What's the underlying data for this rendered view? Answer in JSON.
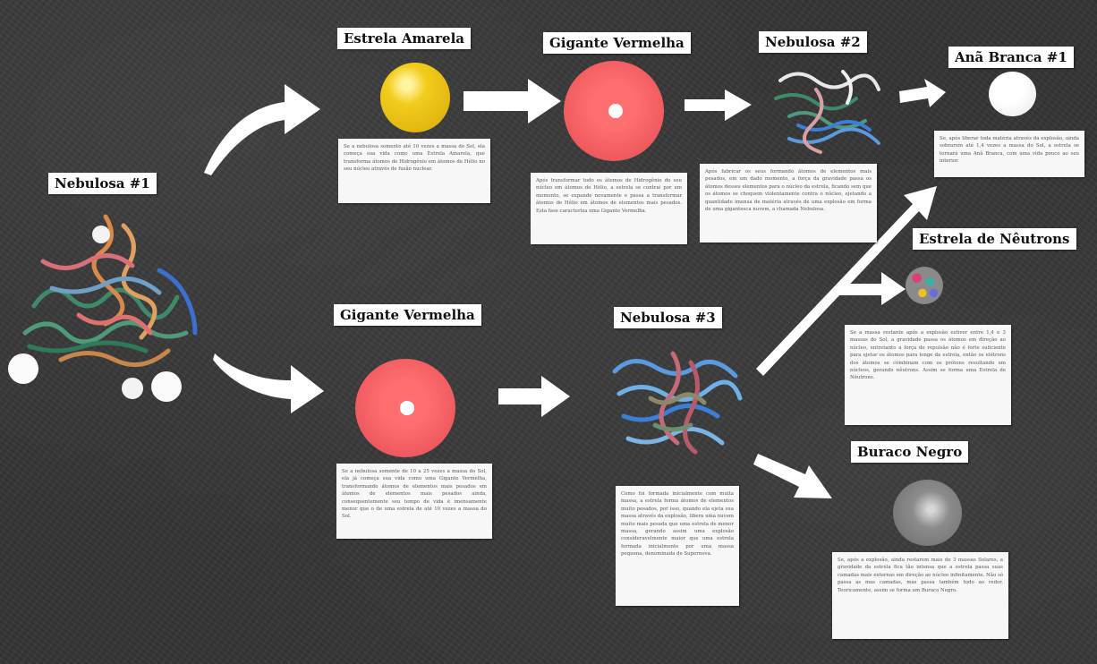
{
  "labels": {
    "nebulosa1": "Nebulosa #1",
    "estrela_amarela": "Estrela Amarela",
    "gigante_vermelha_top": "Gigante Vermelha",
    "nebulosa2": "Nebulosa #2",
    "ana_branca": "Anã Branca #1",
    "estrela_neutrons": "Estrela de Nêutrons",
    "gigante_vermelha_bottom": "Gigante Vermelha",
    "nebulosa3": "Nebulosa #3",
    "buraco_negro": "Buraco Negro"
  },
  "notes": {
    "estrela_amarela": "Se a nebulosa somente até 10 vezes a massa do Sol, ela começa sua vida como uma Estrela Amarela, que transforma átomos de Hidrogênio em átomos de Hélio no seu núcleo através de fusão nuclear.",
    "gigante_vermelha_top": "Após transformar todo os átomos de Hidrogênio do seu núcleo em átomos de Hélio, a estrela se contrai por um momento, se expande novamente e passa a transformar átomos de Hélio em átomos de elementos mais pesados. Esta fase caracteriza uma Gigante Vermelha.",
    "nebulosa2": "Após fabricar os seus formando átomos de elementos mais pesados, em um dado momento, a força da gravidade passa os átomos desses elementos para o núcleo da estrela, ficando sem que os átomos se choquem violentamente contra o núcleo, ejetando a quantidade imensa de matéria através de uma explosão em forma de uma gigantesca nuvem, a chamada Nebulosa.",
    "ana_branca": "Se, após liberar toda matéria através da explosão, ainda sobrarem até 1,4 vezes a massa do Sol, a estrela se tornará uma Anã Branca, com uma vida pouco ao seu interior.",
    "estrela_neutrons": "Se a massa restante após a explosão estiver entre 1,4 e 3 massas do Sol, a gravidade passa os átomos em direção ao núcleo, entretanto a força de repulsão não é forte suficiente para ejetar os átomos para longe da estrela, então os elétrons dos átomos se combinam com os prótons resultando em núcleos, gerando nêutrons. Assim se forma uma Estrela de Nêutrons.",
    "gigante_vermelha_bottom": "Se a nebulosa somente de 10 a 25 vezes a massa do Sol, ela já começa sua vida como uma Gigante Vermelha, transformando átomos de elementos mais pesados em átomos de elementos mais pesados ainda, consequentemente seu tempo de vida é imensamente menor que o de uma estrela de até 10 vezes a massa do Sol.",
    "nebulosa3": "Como foi formada inicialmente com muita massa, a estrela forma átomos de elementos muito pesados, por isso, quando ela ejeta sua massa através da explosão, libera uma nuvem muito mais pesada que uma estrela de menor massa, gerando assim uma explosão consideravelmente maior que uma estrela formada inicialmente por uma massa pequena, denominada de Supernova.",
    "buraco_negro": "Se, após a explosão, ainda restarem mais de 3 massas Solares, a gravidade da estrela fica tão intensa que a estrela passa suas camadas mais externas em direção ao núcleo infinitamente. Não só passa as mas camadas, mas passa também tudo ao redor. Teoricamente, assim se forma um Buraco Negro."
  },
  "colors": {
    "board": "#343434",
    "yellow_star": "#f2cd1c",
    "red_giant": "#ef5a5f",
    "white_dwarf": "#ffffff",
    "black_hole": "#8c8c8c"
  }
}
